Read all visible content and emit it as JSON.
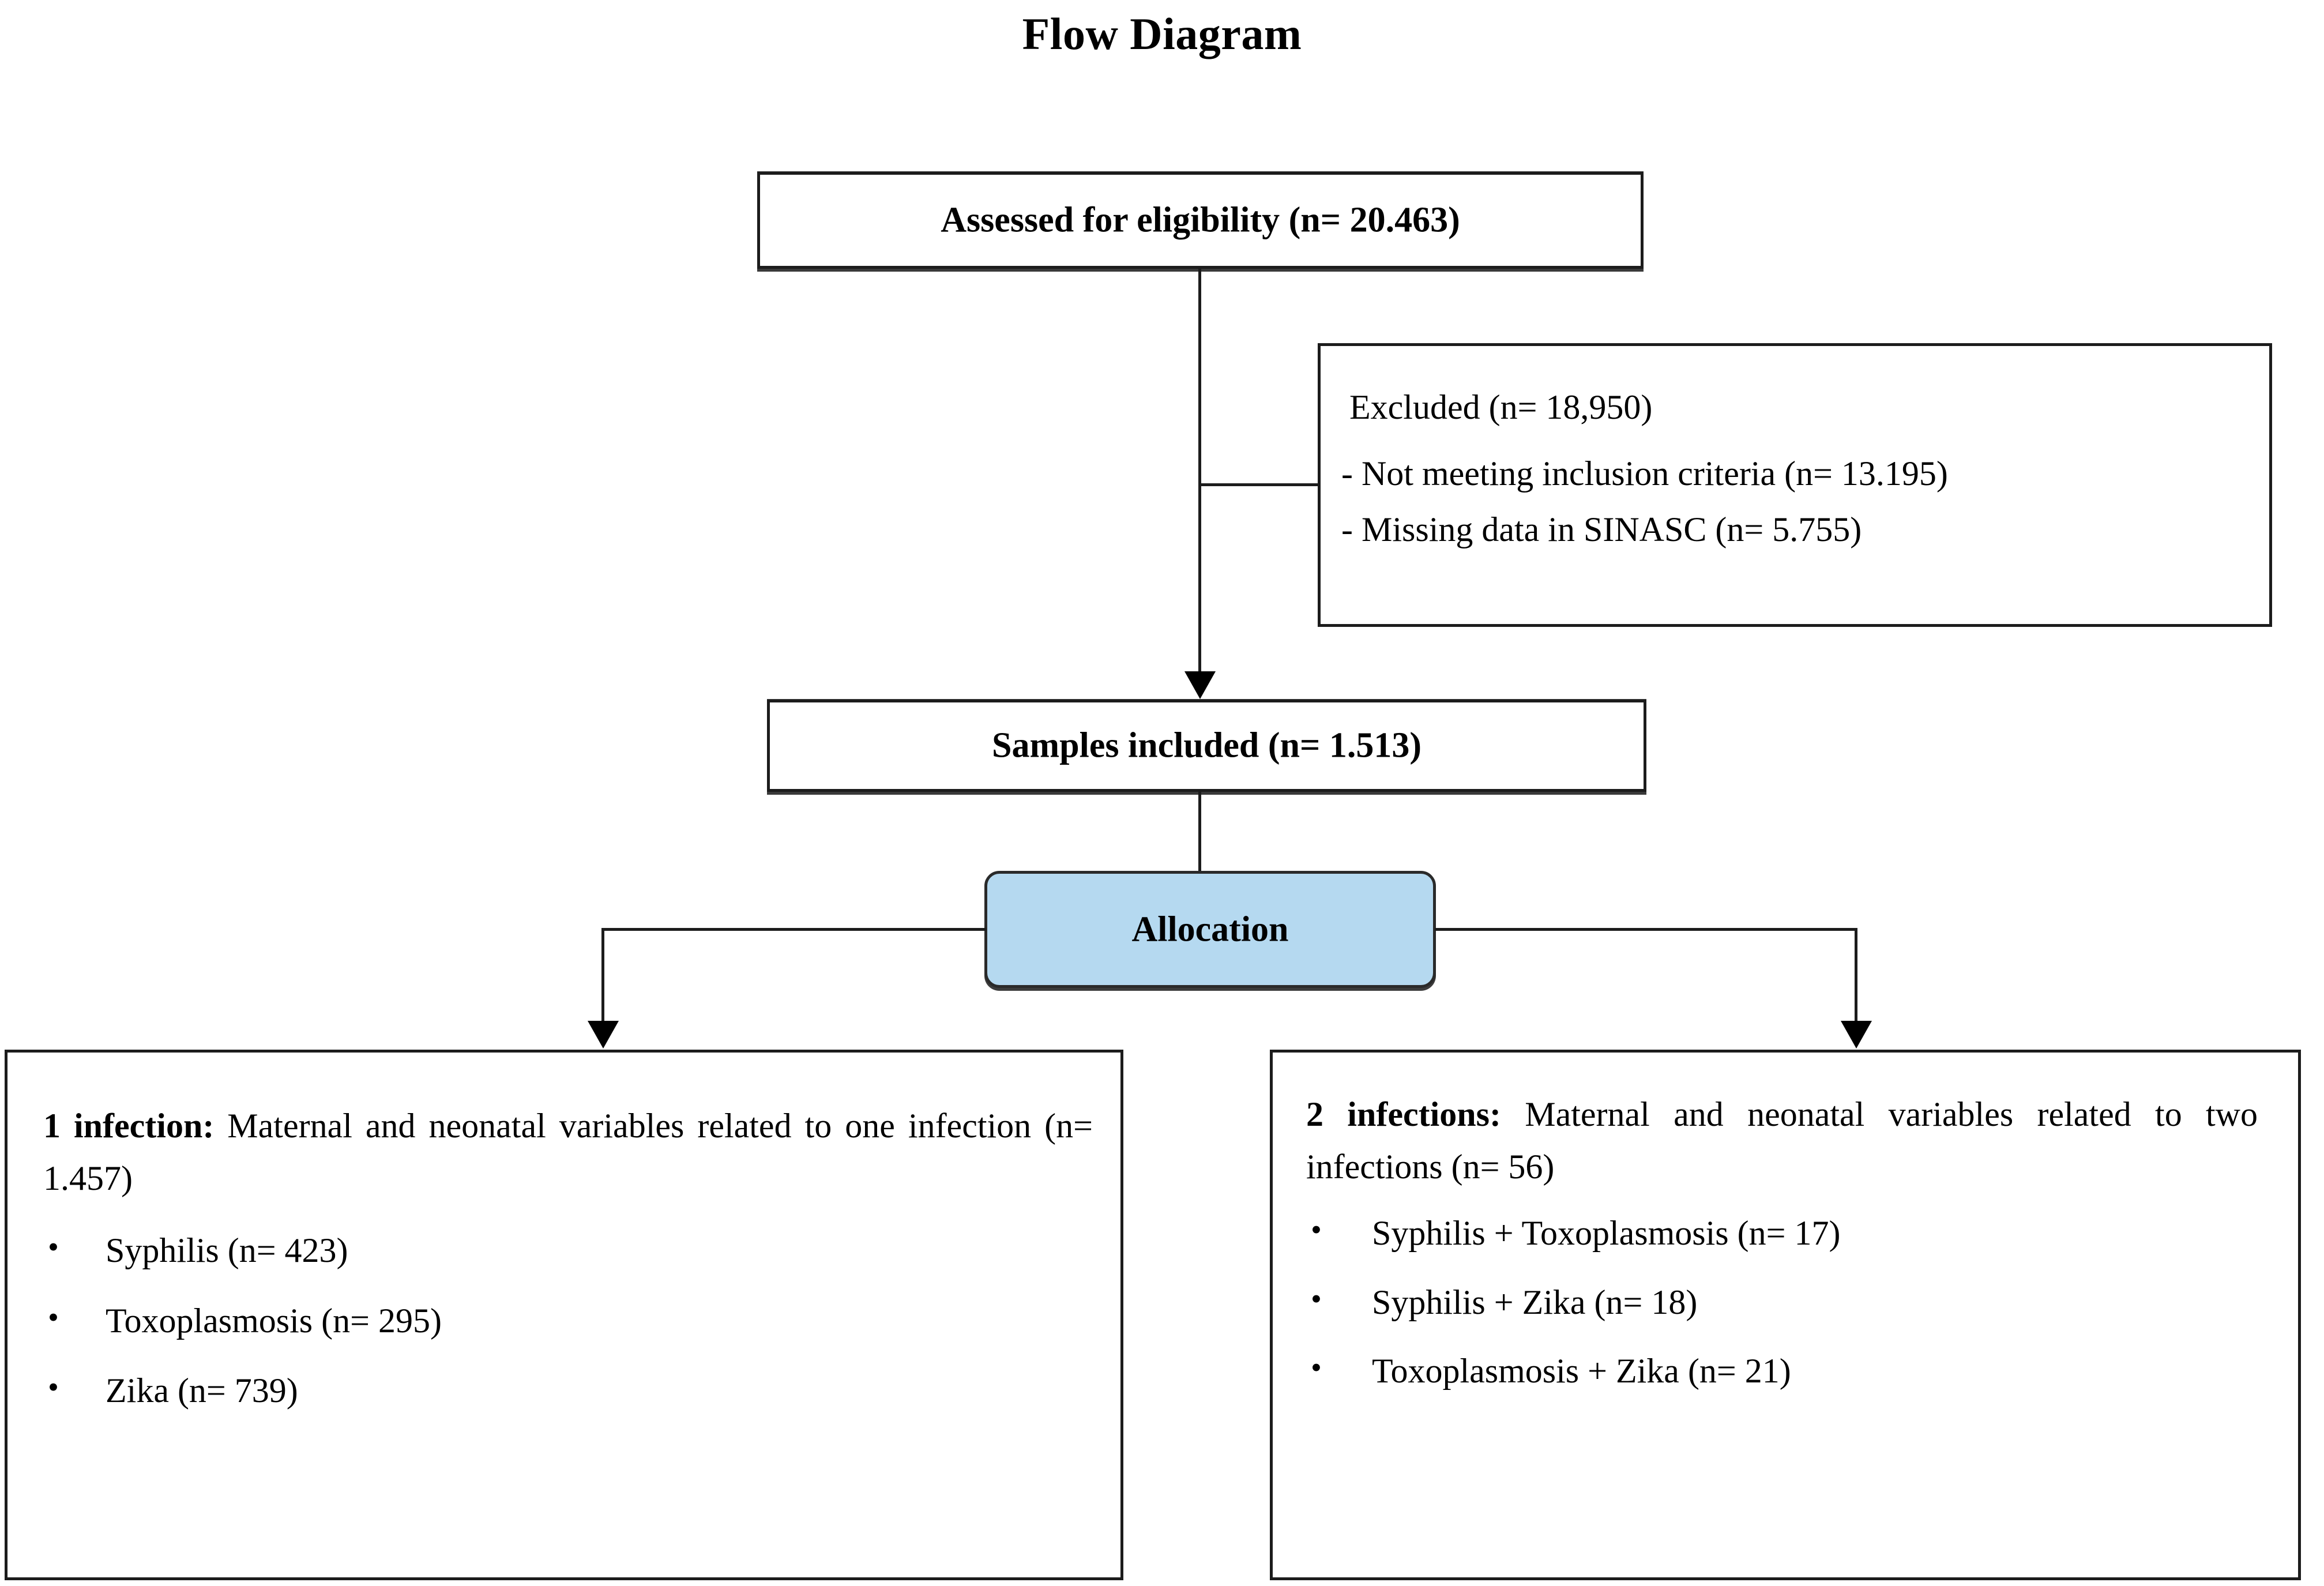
{
  "title": "Flow Diagram",
  "colors": {
    "allocation_fill": "#b5d9f0",
    "border": "#1c1c1c",
    "background": "#ffffff"
  },
  "nodes": {
    "eligibility": {
      "label": "Assessed for eligibility (n= 20.463)"
    },
    "excluded": {
      "heading": "Excluded (n= 18,950)",
      "items": [
        "- Not meeting  inclusion  criteria  (n= 13.195)",
        "- Missing  data in SINASC (n= 5.755)"
      ]
    },
    "samples_included": {
      "label": "Samples included (n= 1.513)"
    },
    "allocation": {
      "label": "Allocation"
    },
    "one_infection": {
      "lead": "1 infection:",
      "description": " Maternal  and neonatal variables related to one infection  (n= 1.457)",
      "bullet_marker": "•",
      "bullets": [
        "Syphilis  (n= 423)",
        "Toxoplasmosis (n= 295)",
        "Zika  (n= 739)"
      ]
    },
    "two_infections": {
      "lead": "2 infections:",
      "description": " Maternal  and neonatal variables related to two infections  (n= 56)",
      "bullet_marker": "•",
      "bullets": [
        "Syphilis + Toxoplasmosis (n= 17)",
        " Syphilis + Zika  (n= 18)",
        "Toxoplasmosis + Zika  (n= 21)"
      ]
    }
  }
}
